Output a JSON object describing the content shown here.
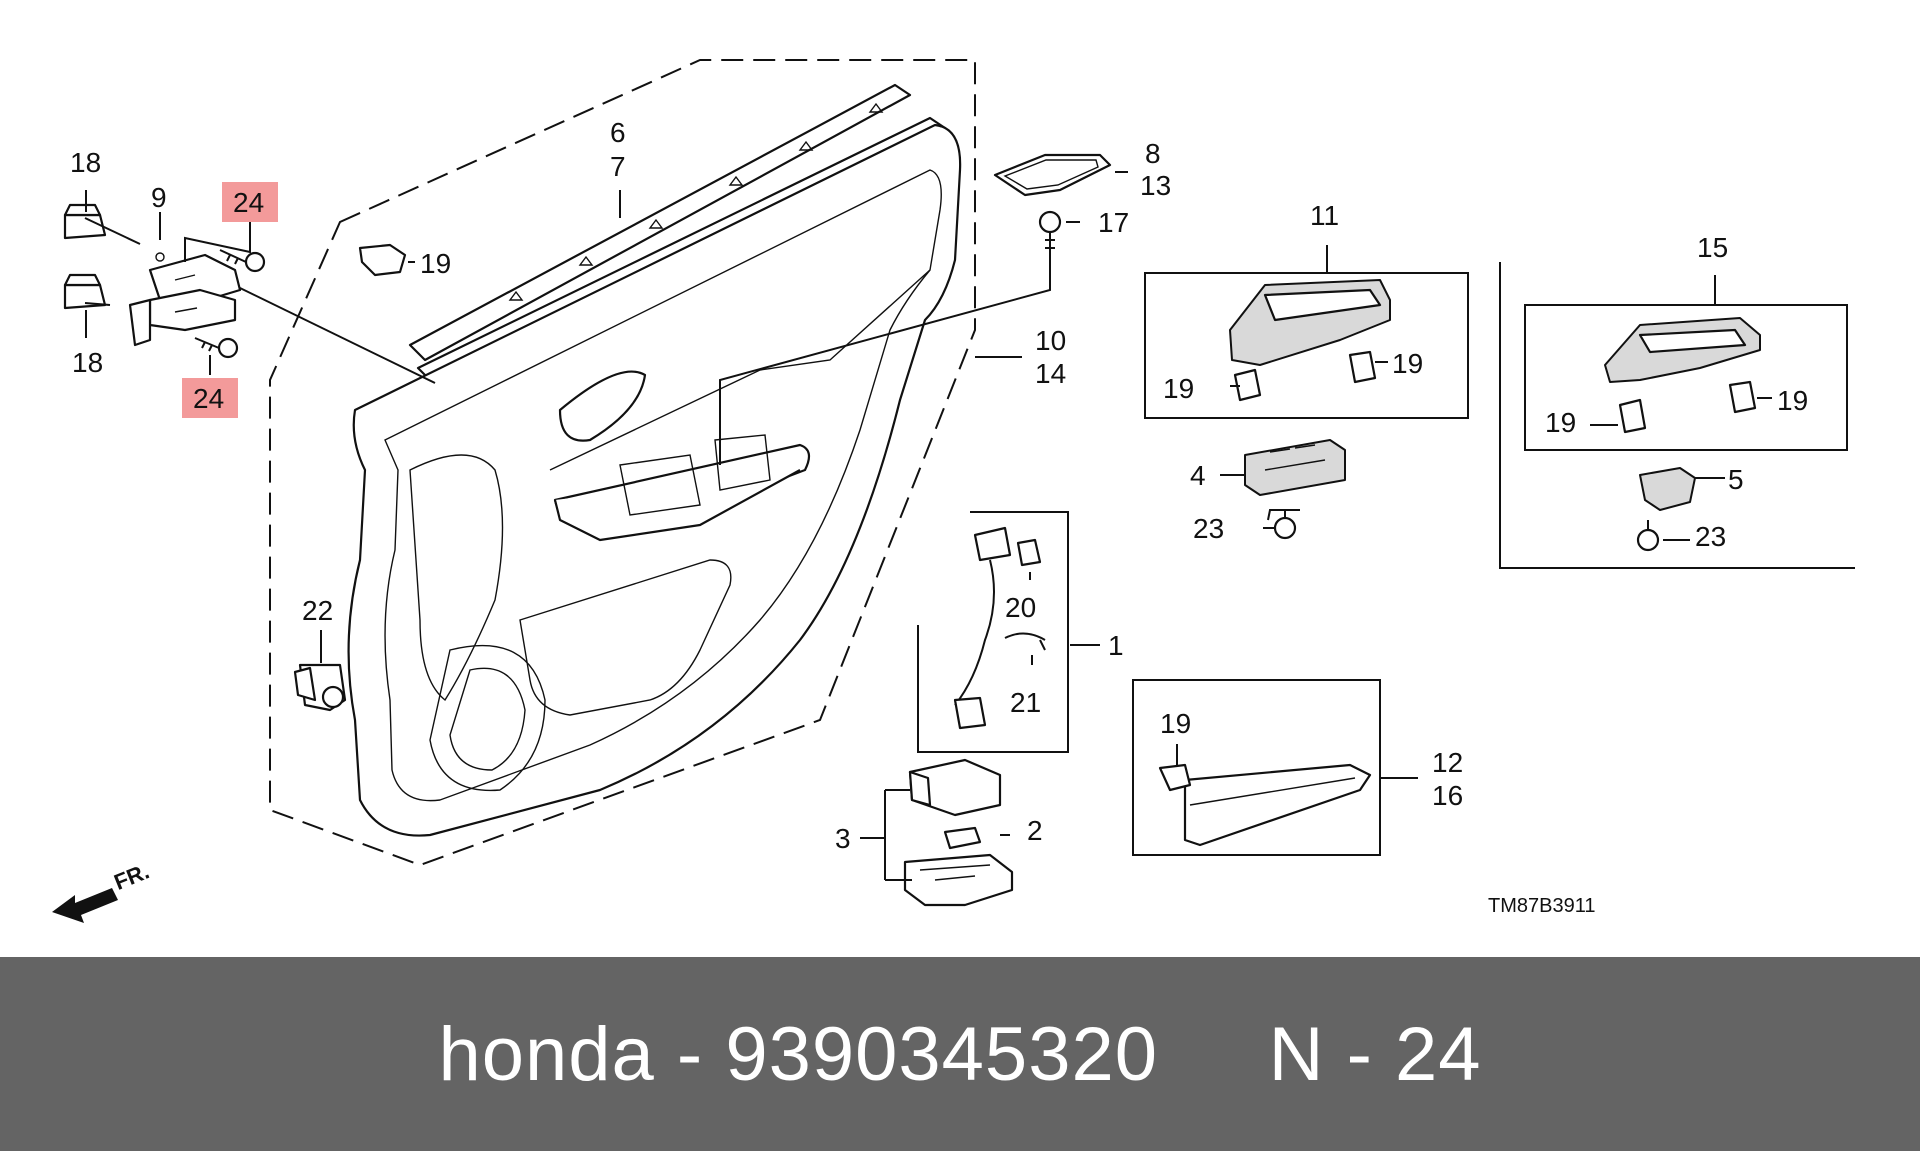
{
  "diagram": {
    "callouts": [
      {
        "id": "c1",
        "text": "1"
      },
      {
        "id": "c2",
        "text": "2"
      },
      {
        "id": "c3",
        "text": "3"
      },
      {
        "id": "c4",
        "text": "4"
      },
      {
        "id": "c5",
        "text": "5"
      },
      {
        "id": "c6",
        "text": "6"
      },
      {
        "id": "c7",
        "text": "7"
      },
      {
        "id": "c8",
        "text": "8"
      },
      {
        "id": "c9",
        "text": "9"
      },
      {
        "id": "c10",
        "text": "10"
      },
      {
        "id": "c11",
        "text": "11"
      },
      {
        "id": "c12",
        "text": "12"
      },
      {
        "id": "c13",
        "text": "13"
      },
      {
        "id": "c14",
        "text": "14"
      },
      {
        "id": "c15",
        "text": "15"
      },
      {
        "id": "c16",
        "text": "16"
      },
      {
        "id": "c17",
        "text": "17"
      },
      {
        "id": "c18a",
        "text": "18"
      },
      {
        "id": "c18b",
        "text": "18"
      },
      {
        "id": "c19a",
        "text": "19"
      },
      {
        "id": "c19b",
        "text": "19"
      },
      {
        "id": "c19c",
        "text": "19"
      },
      {
        "id": "c19d",
        "text": "19"
      },
      {
        "id": "c19e",
        "text": "19"
      },
      {
        "id": "c19f",
        "text": "19"
      },
      {
        "id": "c20",
        "text": "20"
      },
      {
        "id": "c21",
        "text": "21"
      },
      {
        "id": "c22",
        "text": "22"
      },
      {
        "id": "c23a",
        "text": "23"
      },
      {
        "id": "c23b",
        "text": "23"
      },
      {
        "id": "c24a",
        "text": "24"
      },
      {
        "id": "c24b",
        "text": "24"
      }
    ],
    "direction_label": "FR.",
    "diagram_code": "TM87B3911",
    "highlight_color": "#f39a9a"
  },
  "footer": {
    "text": "honda - 9390345320     N - 24"
  }
}
